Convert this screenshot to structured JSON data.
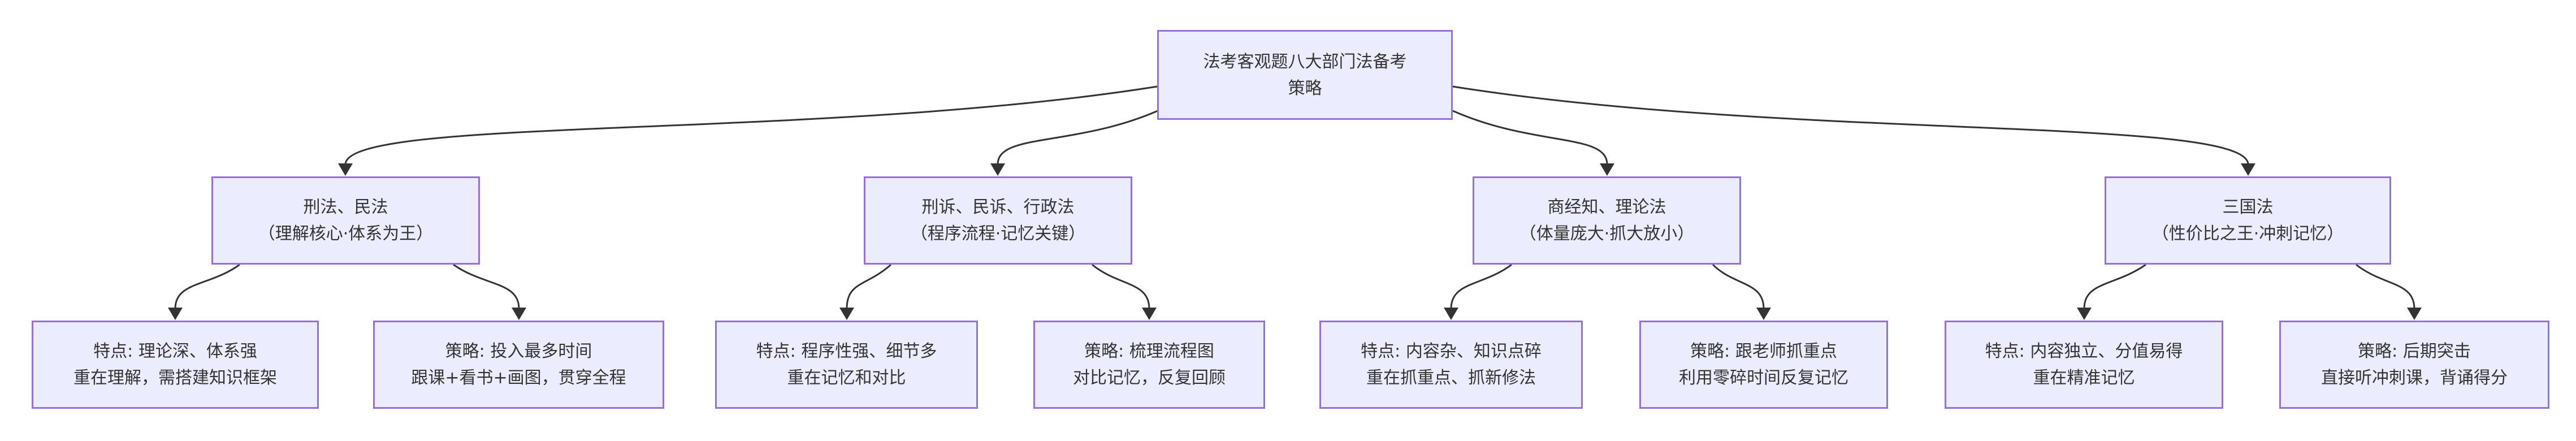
{
  "colors": {
    "node_fill": "#ECECFF",
    "node_border": "#9370DB",
    "text": "#333333",
    "edge": "#333333",
    "background": "#ffffff"
  },
  "nodes": {
    "root": {
      "line1": "法考客观题八大部门法备考",
      "line2": "策略"
    },
    "branch1": {
      "line1": "刑法、民法",
      "line2": "（理解核心·体系为王）"
    },
    "branch2": {
      "line1": "刑诉、民诉、行政法",
      "line2": "（程序流程·记忆关键）"
    },
    "branch3": {
      "line1": "商经知、理论法",
      "line2": "（体量庞大·抓大放小）"
    },
    "branch4": {
      "line1": "三国法",
      "line2": "（性价比之王·冲刺记忆）"
    },
    "leaf1": {
      "line1": "特点: 理论深、体系强",
      "line2": "重在理解，需搭建知识框架"
    },
    "leaf2": {
      "line1": "策略: 投入最多时间",
      "line2": "跟课+看书+画图，贯穿全程"
    },
    "leaf3": {
      "line1": "特点: 程序性强、细节多",
      "line2": "重在记忆和对比"
    },
    "leaf4": {
      "line1": "策略: 梳理流程图",
      "line2": "对比记忆，反复回顾"
    },
    "leaf5": {
      "line1": "特点: 内容杂、知识点碎",
      "line2": "重在抓重点、抓新修法"
    },
    "leaf6": {
      "line1": "策略: 跟老师抓重点",
      "line2": "利用零碎时间反复记忆"
    },
    "leaf7": {
      "line1": "特点: 内容独立、分值易得",
      "line2": "重在精准记忆"
    },
    "leaf8": {
      "line1": "策略: 后期突击",
      "line2": "直接听冲刺课，背诵得分"
    }
  }
}
